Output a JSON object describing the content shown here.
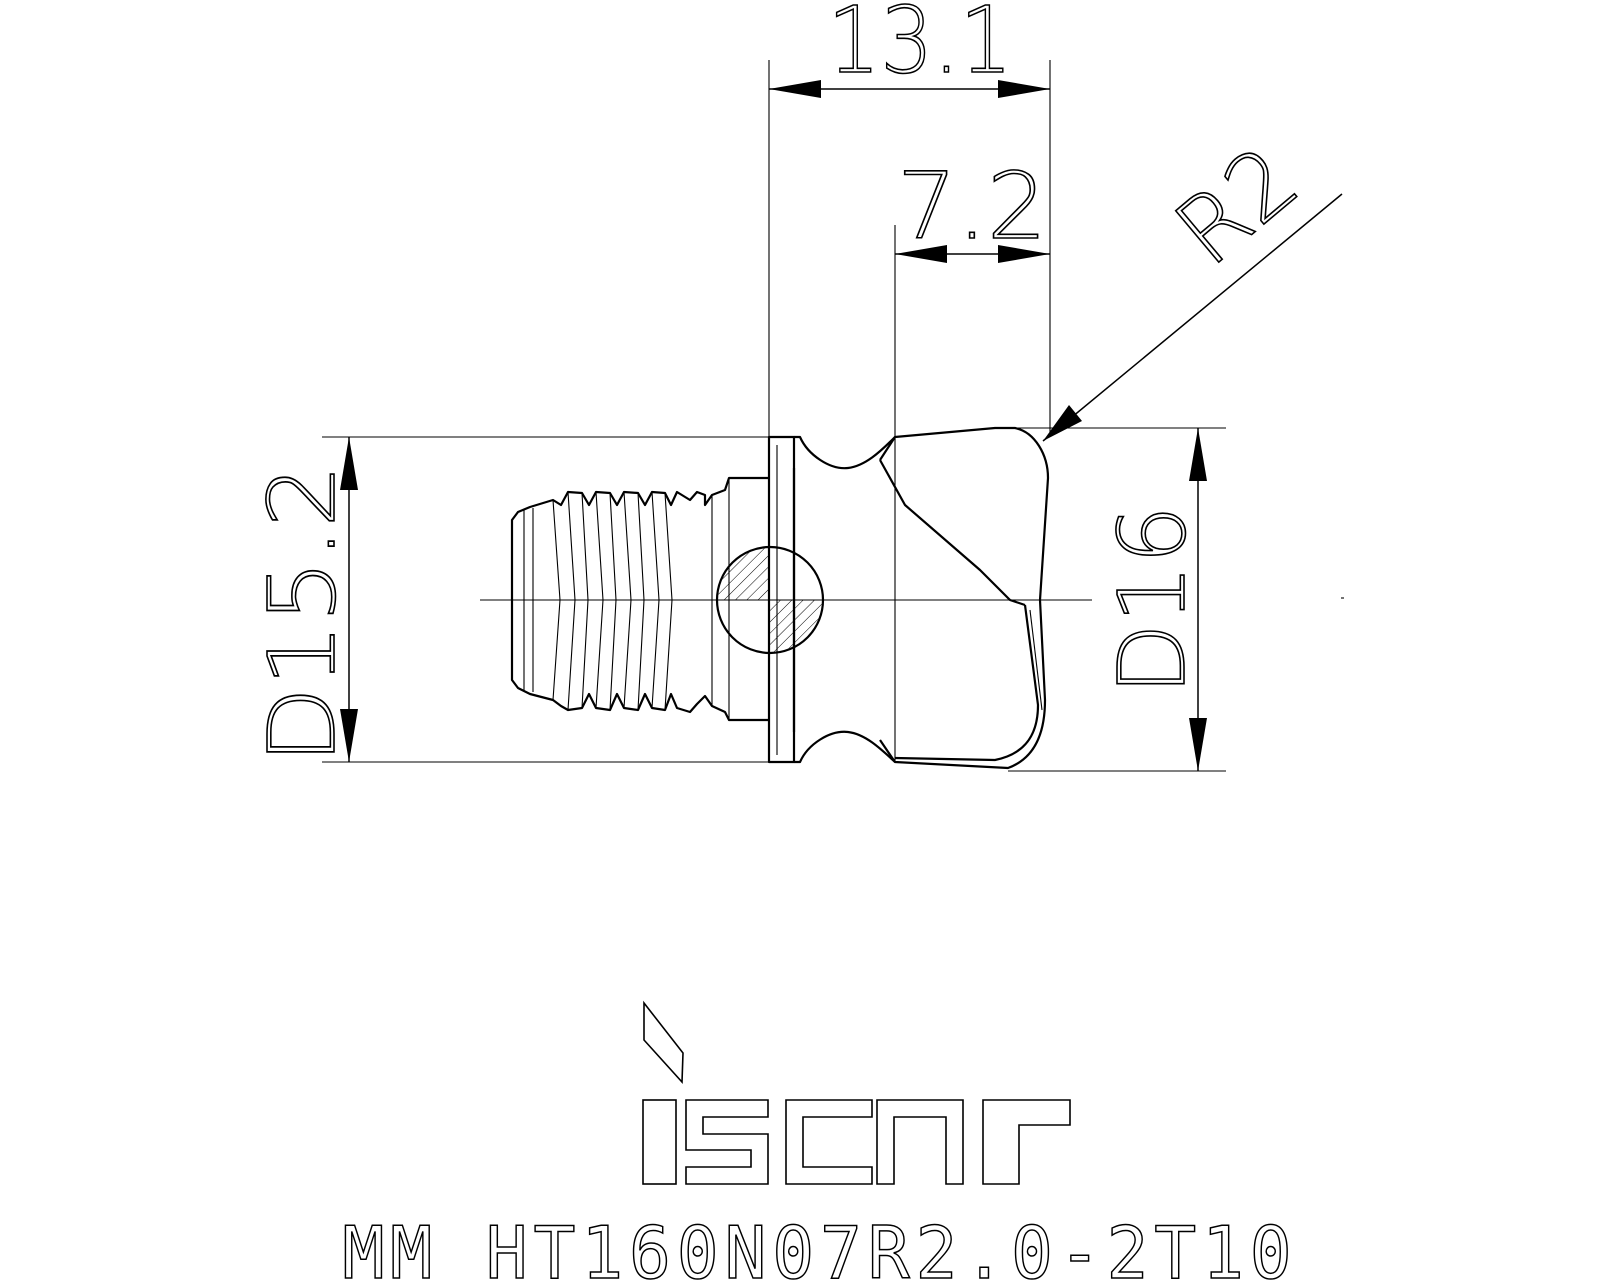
{
  "dimensions": {
    "length_total": "13.1",
    "length_head": "7.2",
    "corner_radius": "R2",
    "neck_diameter": "D15.2",
    "cut_diameter": "D16"
  },
  "brand": {
    "logo_text": "iscar"
  },
  "designation": "MM HT160N07R2.0-2T10"
}
